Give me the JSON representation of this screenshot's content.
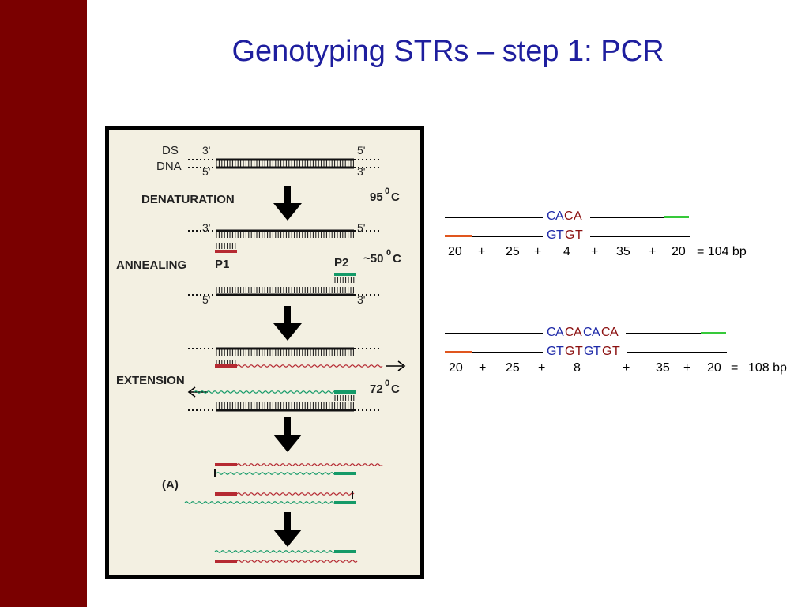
{
  "slide": {
    "title": "Genotyping STRs – step 1: PCR",
    "colors": {
      "sidebar": "#7a0000",
      "title": "#1e1e9e",
      "blue_base": "#1f2aa8",
      "red_base": "#8b1010",
      "primer_red": "#e0561e",
      "primer_green": "#36c93a"
    }
  },
  "figure": {
    "ds_label_1": "DS",
    "ds_label_2": "DNA",
    "end_3_top": "3'",
    "end_5_top": "5'",
    "end_5_bottom": "5'",
    "end_3_bottom": "3'",
    "denaturation": "DENATURATION",
    "temp_95": "95",
    "temp_95_sup": "0",
    "temp_95_unit": "C",
    "annealing": "ANNEALING",
    "p1": "P1",
    "p2": "P2",
    "temp_50": "~50",
    "temp_50_sup": "0",
    "temp_50_unit": "C",
    "ann_3_top": "3'",
    "ann_5_top": "5'",
    "ann_5_bottom": "5'",
    "ann_3_bottom": "3'",
    "extension": "EXTENSION",
    "temp_72": "72",
    "temp_72_sup": "0",
    "temp_72_unit": "C",
    "label_a": "(A)"
  },
  "diagram1": {
    "top_seq": [
      "C",
      "A",
      "C",
      "A"
    ],
    "bottom_seq": [
      "G",
      "T",
      "G",
      "T"
    ],
    "numbers": [
      "20",
      "+",
      "25",
      "+",
      "4",
      "+",
      "35",
      "+",
      "20"
    ],
    "total": "= 104 bp"
  },
  "diagram2": {
    "top_seq": [
      "C",
      "A",
      "C",
      "A",
      "C",
      "A",
      "C",
      "A"
    ],
    "bottom_seq": [
      "G",
      "T",
      "G",
      "T",
      "G",
      "T",
      "G",
      "T"
    ],
    "numbers": [
      "20",
      "+",
      "25",
      "+",
      "8",
      "+",
      "35",
      "+",
      "20",
      "="
    ],
    "total": "108 bp"
  }
}
